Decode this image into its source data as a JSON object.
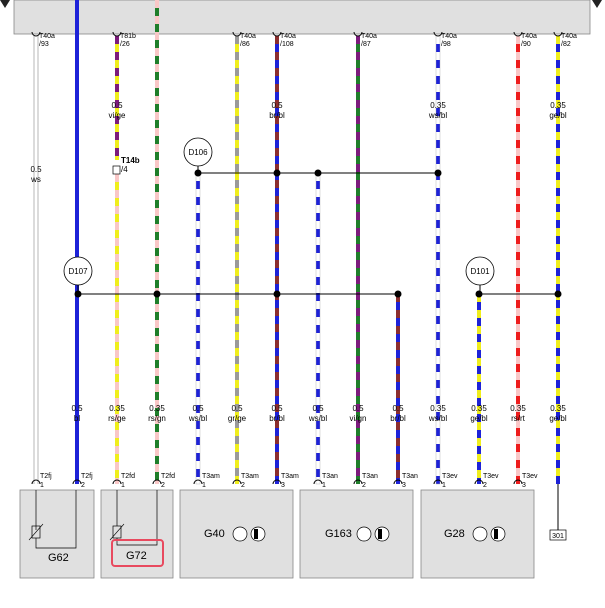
{
  "colors": {
    "ws": "#ffffff",
    "bl": "#1d22d8",
    "ge": "#f0ee1c",
    "vi": "#7c1b7c",
    "rs": "#f9c7c7",
    "gn": "#1f7e2a",
    "gr": "#9a9a9a",
    "br": "#8b2e2e",
    "rt": "#ee1c1c",
    "highlight": "#e84a5f",
    "component": "#e0e0e0",
    "header": "#e0e0e0"
  },
  "wires": [
    {
      "id": "w1",
      "top_pin": "T40a",
      "top_num": "/93",
      "mid_size": "0.5",
      "mid_color": "ws",
      "bottom_size": "",
      "bottom_color": "",
      "bottom_pin": "T2fj",
      "bottom_num": "1",
      "colors": [
        "ws"
      ]
    },
    {
      "id": "w2",
      "top_pin": "",
      "top_num": "",
      "mid_size": "",
      "mid_color": "",
      "bottom_size": "0.5",
      "bottom_color": "bl",
      "bottom_pin": "T2fj",
      "bottom_num": "2",
      "colors": [
        "bl"
      ]
    },
    {
      "id": "w3",
      "top_pin": "T81b",
      "top_num": "/26",
      "mid_size": "0.5",
      "mid_color": "vi/ge",
      "bottom_size": "0.35",
      "bottom_color": "rs/ge",
      "bottom_pin": "T2fd",
      "bottom_num": "1",
      "colors": [
        "vi",
        "ge"
      ],
      "colors_low": [
        "rs",
        "ge"
      ]
    },
    {
      "id": "w4",
      "top_pin": "",
      "top_num": "",
      "mid_size": "",
      "mid_color": "",
      "bottom_size": "0.35",
      "bottom_color": "rs/gn",
      "bottom_pin": "T2fd",
      "bottom_num": "2",
      "colors": [
        "rs",
        "gn"
      ]
    },
    {
      "id": "w5",
      "top_pin": "",
      "top_num": "",
      "mid_size": "",
      "mid_color": "",
      "bottom_size": "0.5",
      "bottom_color": "ws/bl",
      "bottom_pin": "T3am",
      "bottom_num": "1",
      "colors": [
        "ws",
        "bl"
      ]
    },
    {
      "id": "w6",
      "top_pin": "T40a",
      "top_num": "/86",
      "mid_size": "",
      "mid_color": "",
      "bottom_size": "0.5",
      "bottom_color": "gr/ge",
      "bottom_pin": "T3am",
      "bottom_num": "2",
      "colors": [
        "gr",
        "ge"
      ]
    },
    {
      "id": "w7",
      "top_pin": "T40a",
      "top_num": "/108",
      "mid_size": "0.5",
      "mid_color": "br/bl",
      "bottom_size": "0.5",
      "bottom_color": "br/bl",
      "bottom_pin": "T3am",
      "bottom_num": "3",
      "colors": [
        "br",
        "bl"
      ]
    },
    {
      "id": "w8",
      "top_pin": "",
      "top_num": "",
      "mid_size": "",
      "mid_color": "",
      "bottom_size": "0.5",
      "bottom_color": "ws/bl",
      "bottom_pin": "T3an",
      "bottom_num": "1",
      "colors": [
        "ws",
        "bl"
      ]
    },
    {
      "id": "w9",
      "top_pin": "T40a",
      "top_num": "/87",
      "mid_size": "",
      "mid_color": "",
      "bottom_size": "0.5",
      "bottom_color": "vi/gn",
      "bottom_pin": "T3an",
      "bottom_num": "2",
      "colors": [
        "vi",
        "gn"
      ]
    },
    {
      "id": "w10",
      "top_pin": "",
      "top_num": "",
      "mid_size": "",
      "mid_color": "",
      "bottom_size": "0.5",
      "bottom_color": "br/bl",
      "bottom_pin": "T3an",
      "bottom_num": "3",
      "colors": [
        "br",
        "bl"
      ]
    },
    {
      "id": "w11",
      "top_pin": "T40a",
      "top_num": "/98",
      "mid_size": "0.35",
      "mid_color": "ws/bl",
      "bottom_size": "0.35",
      "bottom_color": "ws/bl",
      "bottom_pin": "T3ev",
      "bottom_num": "1",
      "colors": [
        "ws",
        "bl"
      ]
    },
    {
      "id": "w12",
      "top_pin": "",
      "top_num": "",
      "mid_size": "",
      "mid_color": "",
      "bottom_size": "0.35",
      "bottom_color": "ge/bl",
      "bottom_pin": "T3ev",
      "bottom_num": "2",
      "colors": [
        "ge",
        "bl"
      ]
    },
    {
      "id": "w13",
      "top_pin": "T40a",
      "top_num": "/90",
      "mid_size": "",
      "mid_color": "",
      "bottom_size": "0.35",
      "bottom_color": "rs/rt",
      "bottom_pin": "T3ev",
      "bottom_num": "3",
      "colors": [
        "rs",
        "rt"
      ]
    },
    {
      "id": "w14",
      "top_pin": "T40a",
      "top_num": "/82",
      "mid_size": "0.35",
      "mid_color": "ge/bl",
      "bottom_size": "0.35",
      "bottom_color": "ge/bl",
      "bottom_pin": "",
      "bottom_num": "",
      "colors": [
        "ge",
        "bl"
      ]
    }
  ],
  "connector_t14b": {
    "name": "T14b",
    "num": "/4"
  },
  "nodes": [
    {
      "id": "D106",
      "label": "D106"
    },
    {
      "id": "D107",
      "label": "D107"
    },
    {
      "id": "D101",
      "label": "D101"
    }
  ],
  "components": [
    {
      "id": "G62",
      "label": "G62",
      "highlighted": false
    },
    {
      "id": "G72",
      "label": "G72",
      "highlighted": true
    },
    {
      "id": "G40",
      "label": "G40",
      "highlighted": false
    },
    {
      "id": "G163",
      "label": "G163",
      "highlighted": false
    },
    {
      "id": "G28",
      "label": "G28",
      "highlighted": false
    }
  ],
  "ground_ref": "301"
}
